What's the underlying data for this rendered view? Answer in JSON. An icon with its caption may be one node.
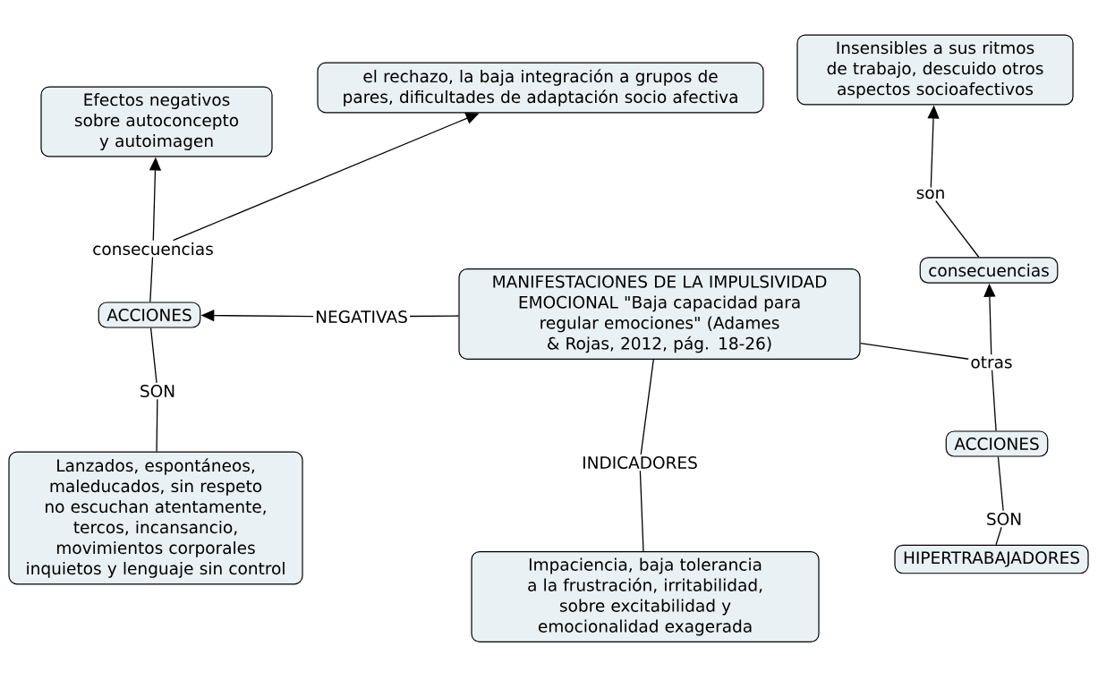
{
  "diagram": {
    "nodes": [
      {
        "text": [
          "Efectos negativos sobre autoconcepto y autoimagen"
        ]
      },
      {
        "text": [
          "el rechazo, la baja integración a grupos de pares, dificultades de adaptación socio afectiva"
        ]
      },
      {
        "text": [
          "Insensibles a sus ritmos de trabajo, descuido otros aspectos socioafectivos"
        ]
      },
      {
        "text": [
          "son"
        ]
      },
      {
        "text": [
          "consecuencias"
        ]
      },
      {
        "text": [
          "consecuencias"
        ]
      },
      {
        "text": [
          "MANIFESTACIONES DE LA IMPULSIVIDAD EMOCIONAL \"Baja capacidad para regular emociones\" (Adames & Rojas, 2012, pág. 18-26)"
        ]
      },
      {
        "text": [
          "ACCIONES"
        ]
      },
      {
        "text": [
          "NEGATIVAS"
        ]
      },
      {
        "text": [
          "otras"
        ]
      },
      {
        "text": [
          "SON"
        ]
      },
      {
        "text": [
          "ACCIONES"
        ]
      },
      {
        "text": [
          "INDICADORES"
        ]
      },
      {
        "text": [
          "Lanzados, espontáneos, maleducados, sin respeto no escuchan atentamente, tercos, incansancio, movimientos corporales inquietos y  lenguaje sin control"
        ]
      },
      {
        "text": [
          "SON"
        ]
      },
      {
        "text": [
          "HIPERTRABAJADORES"
        ]
      },
      {
        "text": [
          "Impaciencia, baja tolerancia a la frustración, irritabilidad, sobre excitabilidad y emocionalidad exagerada"
        ]
      }
    ],
    "edges": [
      {
        "from": 7,
        "to": 4,
        "arrow": "none"
      },
      {
        "from": 4,
        "to": 0,
        "arrow": "to"
      },
      {
        "from": 4,
        "to": 1,
        "arrow": "to"
      },
      {
        "from": 6,
        "to": 8,
        "arrow": "none"
      },
      {
        "from": 8,
        "to": 7,
        "arrow": "to"
      },
      {
        "from": 7,
        "to": 10,
        "arrow": "none"
      },
      {
        "from": 10,
        "to": 13,
        "arrow": "none"
      },
      {
        "from": 6,
        "to": 12,
        "arrow": "none"
      },
      {
        "from": 12,
        "to": 16,
        "arrow": "none"
      },
      {
        "from": 6,
        "to": 9,
        "arrow": "none"
      },
      {
        "from": 11,
        "to": 9,
        "arrow": "none"
      },
      {
        "from": 9,
        "to": 5,
        "arrow": "to"
      },
      {
        "from": 5,
        "to": 3,
        "arrow": "none"
      },
      {
        "from": 3,
        "to": 2,
        "arrow": "to"
      },
      {
        "from": 11,
        "to": 14,
        "arrow": "none"
      },
      {
        "from": 14,
        "to": 15,
        "arrow": "none"
      }
    ]
  }
}
